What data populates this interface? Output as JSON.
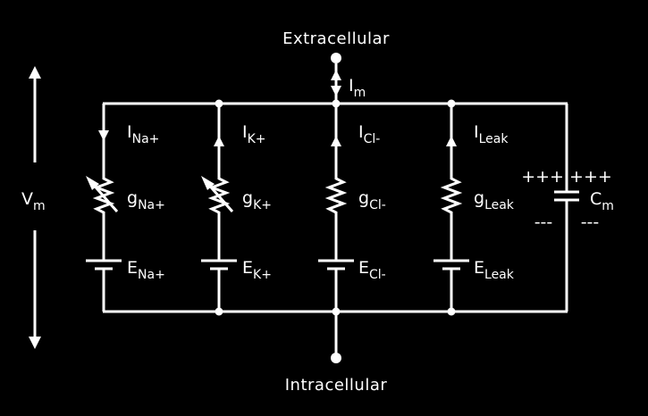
{
  "labels": {
    "extracellular": "Extracellular",
    "intracellular": "Intracellular",
    "vm": {
      "main": "V",
      "sub": "m"
    },
    "im": {
      "main": "I",
      "sub": "m"
    },
    "cm": {
      "main": "C",
      "sub": "m"
    },
    "cap_plus": "+++ +++",
    "cap_minus_left": "---",
    "cap_minus_right": "---"
  },
  "branches": [
    {
      "ion": "na",
      "current": {
        "main": "I",
        "sub": "Na+"
      },
      "conductance": {
        "main": "g",
        "sub": "Na+"
      },
      "reversal": {
        "main": "E",
        "sub": "Na+"
      },
      "variable": true,
      "current_direction": "down"
    },
    {
      "ion": "k",
      "current": {
        "main": "I",
        "sub": "K+"
      },
      "conductance": {
        "main": "g",
        "sub": "K+"
      },
      "reversal": {
        "main": "E",
        "sub": "K+"
      },
      "variable": true,
      "current_direction": "up"
    },
    {
      "ion": "cl",
      "current": {
        "main": "I",
        "sub": "Cl-"
      },
      "conductance": {
        "main": "g",
        "sub": "Cl-"
      },
      "reversal": {
        "main": "E",
        "sub": "Cl-"
      },
      "variable": false,
      "current_direction": "up"
    },
    {
      "ion": "leak",
      "current": {
        "main": "I",
        "sub": "Leak"
      },
      "conductance": {
        "main": "g",
        "sub": "Leak"
      },
      "reversal": {
        "main": "E",
        "sub": "Leak"
      },
      "variable": false,
      "current_direction": "up"
    }
  ],
  "colors": {
    "background": "#000000",
    "foreground": "#ffffff"
  }
}
